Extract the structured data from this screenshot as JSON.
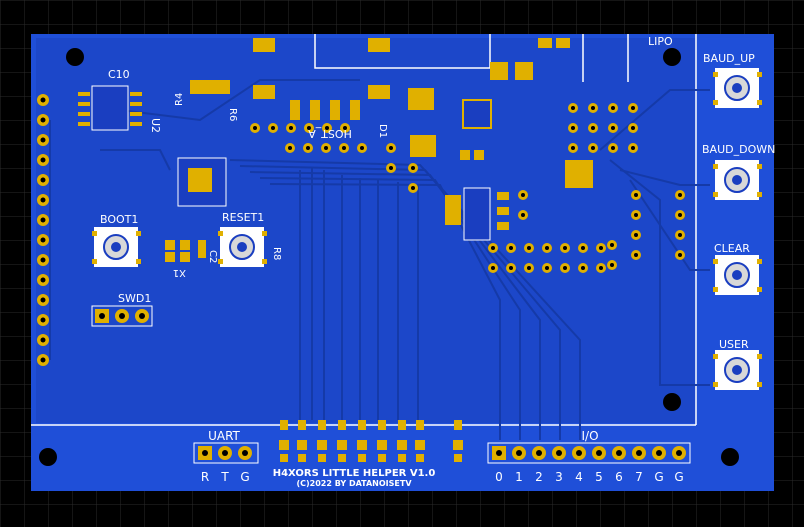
{
  "board": {
    "colors": {
      "background": "#000000",
      "grid": "#2a2a2a",
      "substrate": "#1f4fd8",
      "copper": "#1a3ec0",
      "trace": "#153aa8",
      "pad": "#e0b000",
      "silkscreen": "#ffffff",
      "hole": "#000000"
    },
    "components": {
      "c10": "C10",
      "u2": "U2",
      "r4": "R4",
      "r6": "R6",
      "host": "HOST_A",
      "d1": "D1",
      "lipo": "LIPO",
      "boot": "BOOT1",
      "reset": "RESET1",
      "x1": "X1",
      "c2": "C2",
      "r8": "R8",
      "swd": "SWD1",
      "baud_up": "BAUD_UP",
      "baud_down": "BAUD_DOWN",
      "clear": "CLEAR",
      "user": "USER"
    },
    "headers": {
      "uart": {
        "title": "UART",
        "pins": [
          "R",
          "T",
          "G"
        ]
      },
      "io": {
        "title": "I/O",
        "pins": [
          "0",
          "1",
          "2",
          "3",
          "4",
          "5",
          "6",
          "7",
          "G",
          "G"
        ]
      }
    },
    "credits": {
      "title": "H4XORS LITTLE HELPER V1.0",
      "copyright": "(C)2022 BY DATANOISETV"
    }
  }
}
